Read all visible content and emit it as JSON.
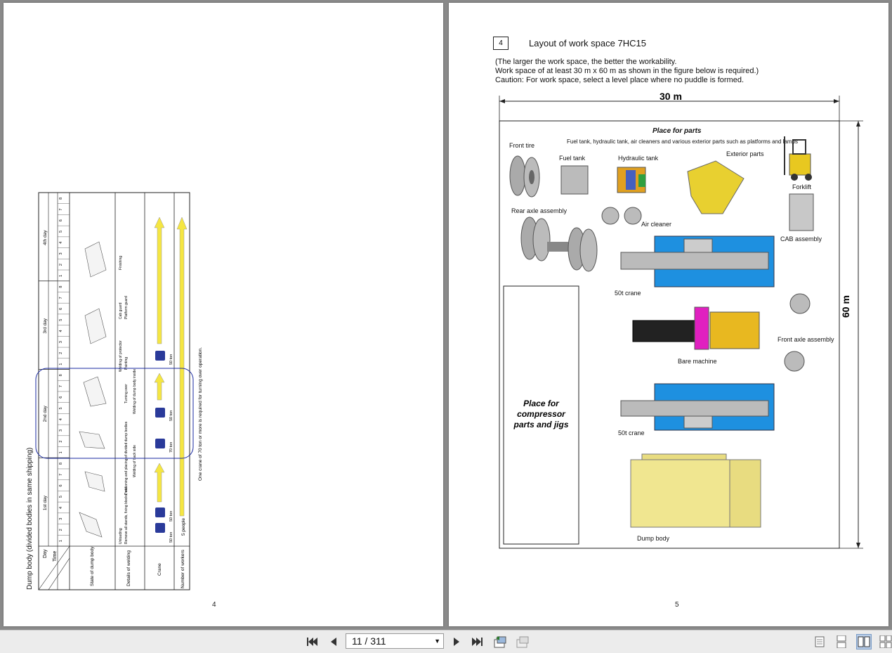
{
  "viewer": {
    "page_indicator": "11 / 311",
    "icons": [
      "first-page-icon",
      "prev-page-icon",
      "next-page-icon",
      "last-page-icon",
      "back-view-icon",
      "forward-view-icon",
      "single-page-view-icon",
      "continuous-view-icon",
      "two-page-view-icon",
      "two-page-continuous-view-icon"
    ]
  },
  "left_page": {
    "page_number": "4",
    "title": "Dump body (divided bodies in same shipping)",
    "note": "One crane of 70 ton or more is required for turning over operation.",
    "row_labels": {
      "day": "Day",
      "time": "Time",
      "state": "State of dump body",
      "details": "Details of welding",
      "crane": "Crane",
      "workers": "Number of workers"
    },
    "days": [
      "1st day",
      "2nd day",
      "3rd day",
      "4th day"
    ],
    "hours": [
      "1",
      "2",
      "3",
      "4",
      "5",
      "6",
      "7",
      "8"
    ],
    "details": [
      "Unloading",
      "Remove all stands, fixing blocks, etc.",
      "Positioning and placing of divided dump bodies",
      "Welding of back side",
      "Turning over",
      "Welding of dump body inside",
      "Welding of protector",
      "Painting",
      "Cab guard",
      "Platform guard",
      "Finishing"
    ],
    "crane_labels": [
      "50 ton",
      "50 ton",
      "70 ton",
      "50 ton",
      "50 ton"
    ],
    "workers_label": "5 people"
  },
  "right_page": {
    "page_number": "5",
    "section_number": "4",
    "heading": "Layout of work space 7HC15",
    "intro": [
      "(The larger the work space, the better the workability.",
      "Work space of at least 30 m x 60 m as shown in the figure below is required.)",
      "Caution: For work space, select a level place where no puddle is formed."
    ],
    "width_dim": "30 m",
    "height_dim": "60 m",
    "place_for_parts": "Place for parts",
    "parts_desc": "Fuel tank, hydraulic tank, air cleaners and various exterior parts such as platforms and lamps",
    "compressor_area": "Place for compressor parts and jigs",
    "labels": {
      "front_tire": "Front tire",
      "fuel_tank": "Fuel tank",
      "hydraulic_tank": "Hydraulic tank",
      "exterior_parts": "Exterior parts",
      "forklift": "Forklift",
      "rear_axle": "Rear axle assembly",
      "air_cleaner": "Air cleaner",
      "cab_assembly": "CAB assembly",
      "crane_top": "50t crane",
      "bare_machine": "Bare machine",
      "front_axle": "Front axle assembly",
      "crane_bottom": "50t crane",
      "dump_body": "Dump body"
    }
  }
}
